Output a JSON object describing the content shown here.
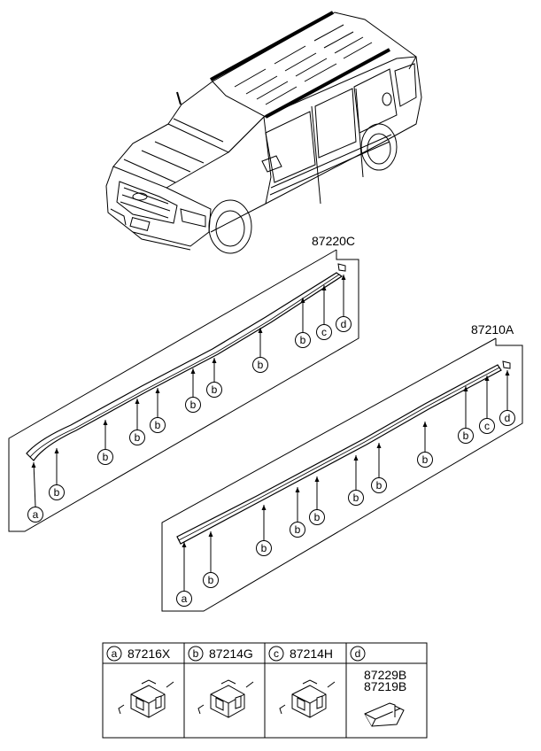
{
  "assemblies": {
    "rear_part": "87220C",
    "front_part": "87210A"
  },
  "legend": {
    "a": {
      "letter": "a",
      "part": "87216X"
    },
    "b": {
      "letter": "b",
      "part": "87214G"
    },
    "c": {
      "letter": "c",
      "part": "87214H"
    },
    "d": {
      "letter": "d",
      "part_1": "87229B",
      "part_2": "87219B"
    }
  }
}
